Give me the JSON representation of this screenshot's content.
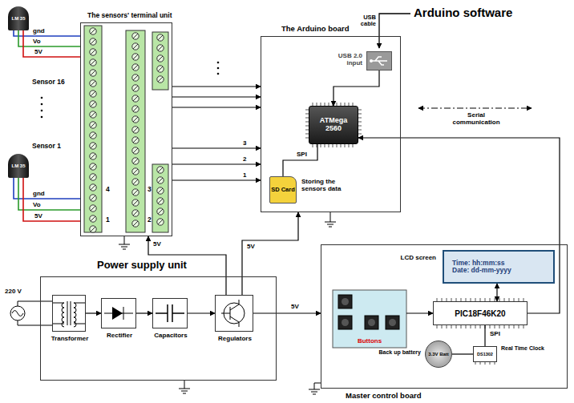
{
  "diagram": {
    "nodes": [
      {
        "text": [
          "LM 35"
        ]
      },
      {
        "text": [
          "LM 35"
        ]
      },
      {
        "text": [
          "The sensors' terminal unit"
        ]
      },
      {
        "text": [
          "The Arduino board"
        ]
      },
      {
        "text": [
          "USB 2.0 input"
        ],
        "in": 3
      },
      {
        "text": [
          "ATMega 2560"
        ],
        "in": 3
      },
      {
        "text": [
          "SD Card"
        ],
        "in": 3
      },
      {
        "text": [
          "Power supply unit"
        ]
      },
      {
        "text": [
          "Transformer"
        ],
        "in": 7
      },
      {
        "text": [
          "Rectifier"
        ],
        "in": 7
      },
      {
        "text": [
          "Capacitors"
        ],
        "in": 7
      },
      {
        "text": [
          "Regulators"
        ],
        "in": 7
      },
      {
        "text": [
          "Master control board"
        ]
      },
      {
        "text": [
          "LCD screen",
          "Time: hh:mm:ss",
          "Date: dd-mm-yyyy"
        ],
        "in": 12
      },
      {
        "text": [
          "Buttons"
        ],
        "in": 12
      },
      {
        "text": [
          "PIC18F46K20"
        ],
        "in": 12
      },
      {
        "text": [
          "Back up battery",
          "3.3V Batt"
        ],
        "in": 12
      },
      {
        "text": [
          "DS1302",
          "Real Time Clock"
        ],
        "in": 12
      }
    ],
    "edges": [
      {
        "from": 0,
        "to": 2,
        "label": "gnd",
        "arrow": "none"
      },
      {
        "from": 0,
        "to": 2,
        "label": "Vo",
        "arrow": "none"
      },
      {
        "from": 0,
        "to": 2,
        "label": "5V",
        "arrow": "none"
      },
      {
        "from": 1,
        "to": 2,
        "label": "gnd",
        "arrow": "none"
      },
      {
        "from": 1,
        "to": 2,
        "label": "Vo",
        "arrow": "none"
      },
      {
        "from": 1,
        "to": 2,
        "label": "5V",
        "arrow": "none"
      },
      {
        "from": 2,
        "to": 3,
        "arrow": "to"
      },
      {
        "from": 2,
        "to": 3,
        "arrow": "to"
      },
      {
        "from": 2,
        "to": 3,
        "arrow": "to"
      },
      {
        "from": 2,
        "to": 3,
        "label": "3",
        "arrow": "to"
      },
      {
        "from": 2,
        "to": 3,
        "label": "2",
        "arrow": "to"
      },
      {
        "from": 2,
        "to": 3,
        "label": "1",
        "arrow": "to"
      },
      {
        "from": 4,
        "to": 5,
        "arrow": "to"
      },
      {
        "from": 5,
        "to": 6,
        "label": "SPI",
        "arrow": "none"
      },
      {
        "from": 15,
        "to": 5,
        "arrow": "to"
      },
      {
        "from": 8,
        "to": 9,
        "arrow": "to"
      },
      {
        "from": 9,
        "to": 10,
        "arrow": "to"
      },
      {
        "from": 10,
        "to": 11,
        "arrow": "to"
      },
      {
        "from": 11,
        "to": 2,
        "label": "5V",
        "arrow": "to"
      },
      {
        "from": 11,
        "to": 3,
        "label": "5V",
        "arrow": "to"
      },
      {
        "from": 11,
        "to": 12,
        "label": "5V",
        "arrow": "to"
      },
      {
        "from": 13,
        "to": 15,
        "arrow": "both"
      },
      {
        "from": 14,
        "to": 15,
        "arrow": "to"
      },
      {
        "from": 15,
        "to": 17,
        "label": "SPI",
        "arrow": "none"
      },
      {
        "from": 16,
        "to": 17,
        "arrow": "none"
      }
    ],
    "labels": [
      "Arduino software",
      "USB cable",
      "Sensor 16",
      "Sensor 1",
      "4",
      "3",
      "1",
      "2",
      "Storing the sensors data",
      "Serial communication",
      "220 V"
    ]
  }
}
